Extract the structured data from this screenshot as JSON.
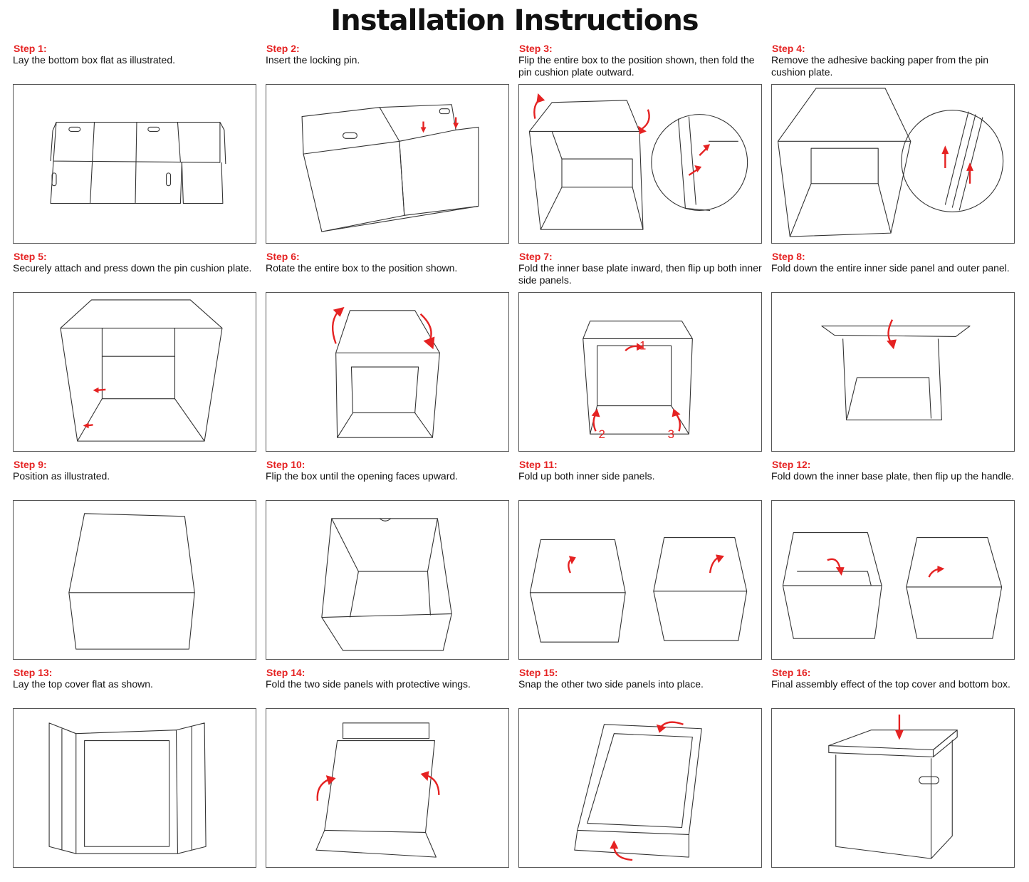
{
  "title": "Installation Instructions",
  "steps": [
    {
      "label": "Step 1:",
      "text": "Lay the bottom box flat as illustrated."
    },
    {
      "label": "Step 2:",
      "text": "Insert the locking pin."
    },
    {
      "label": "Step 3:",
      "text": "Flip the entire box to the position shown, then fold the pin cushion plate outward."
    },
    {
      "label": "Step 4:",
      "text": "Remove the adhesive backing paper from the pin cushion plate."
    },
    {
      "label": "Step 5:",
      "text": "Securely attach and press down the pin cushion plate."
    },
    {
      "label": "Step 6:",
      "text": "Rotate the entire box to the position shown."
    },
    {
      "label": "Step 7:",
      "text": "Fold the inner base plate inward, then flip up both inner side panels."
    },
    {
      "label": "Step 8:",
      "text": "Fold down the entire inner side panel and outer panel."
    },
    {
      "label": "Step 9:",
      "text": "Position as illustrated."
    },
    {
      "label": "Step 10:",
      "text": "Flip the box until the opening faces upward."
    },
    {
      "label": "Step 11:",
      "text": "Fold up both inner side panels."
    },
    {
      "label": "Step 12:",
      "text": "Fold down the inner base plate, then flip up the handle."
    },
    {
      "label": "Step 13:",
      "text": "Lay the top cover flat as shown."
    },
    {
      "label": "Step 14:",
      "text": "Fold the two side panels with protective wings."
    },
    {
      "label": "Step 15:",
      "text": "Snap the other two side panels into place."
    },
    {
      "label": "Step 16:",
      "text": "Final assembly effect of the top cover and bottom box."
    }
  ],
  "step7_numbers": [
    "1",
    "2",
    "3"
  ],
  "colors": {
    "accent": "#e52222",
    "text": "#111111",
    "line": "#333333"
  },
  "illustrations": [
    "box-flat-diagram",
    "locking-pin-diagram",
    "flip-box-diagram",
    "backing-paper-diagram",
    "pin-cushion-diagram",
    "rotate-box-diagram",
    "inner-base-fold-diagram",
    "side-panel-fold-diagram",
    "closed-box-diagram",
    "open-box-diagram",
    "inner-panels-up-diagram",
    "base-plate-handle-diagram",
    "top-cover-flat-diagram",
    "wing-fold-diagram",
    "snap-panels-diagram",
    "final-assembly-diagram"
  ]
}
